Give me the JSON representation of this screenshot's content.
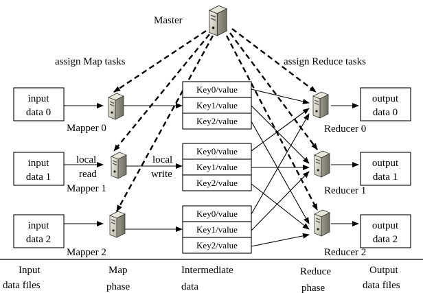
{
  "master": {
    "label": "Master"
  },
  "annotations": {
    "assign_map": "assign Map tasks",
    "assign_reduce": "assign Reduce tasks",
    "local_read_1": "local",
    "local_read_2": "read",
    "local_write_1": "local",
    "local_write_2": "write"
  },
  "inputs": [
    {
      "line1": "input",
      "line2": "data 0"
    },
    {
      "line1": "input",
      "line2": "data 1"
    },
    {
      "line1": "input",
      "line2": "data 2"
    }
  ],
  "mappers": [
    {
      "label": "Mapper 0"
    },
    {
      "label": "Mapper 1"
    },
    {
      "label": "Mapper 2"
    }
  ],
  "intermediate_groups": [
    {
      "keys": [
        "Key0/value",
        "Key1/value",
        "Key2/value"
      ]
    },
    {
      "keys": [
        "Key0/value",
        "Key1/value",
        "Key2/value"
      ]
    },
    {
      "keys": [
        "Key0/value",
        "Key1/value",
        "Key2/value"
      ]
    }
  ],
  "reducers": [
    {
      "label": "Reducer 0"
    },
    {
      "label": "Reducer 1"
    },
    {
      "label": "Reducer 2"
    }
  ],
  "outputs": [
    {
      "line1": "output",
      "line2": "data 0"
    },
    {
      "line1": "output",
      "line2": "data 1"
    },
    {
      "line1": "output",
      "line2": "data 2"
    }
  ],
  "phases": [
    {
      "line1": "Input",
      "line2": "data files"
    },
    {
      "line1": "Map",
      "line2": "phase"
    },
    {
      "line1": "Intermediate",
      "line2": "data"
    },
    {
      "line1": "Reduce",
      "line2": "phase"
    },
    {
      "line1": "Output",
      "line2": "data files"
    }
  ]
}
